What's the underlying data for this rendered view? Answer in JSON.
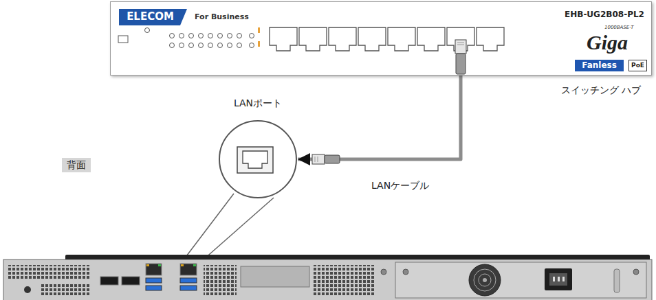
{
  "diagram": {
    "nodes": [
      {
        "text": [
          "For Business",
          "EHB-UG2B08-PL2",
          "1000BASE-T",
          "Giga",
          "スイッチング ハブ"
        ]
      },
      {
        "text": [
          "ELECOM"
        ],
        "in": 0
      },
      {
        "text": [
          "Fanless"
        ],
        "in": 0
      },
      {
        "text": [
          "PoE"
        ],
        "in": 0
      },
      {
        "text": [
          "LANポート"
        ]
      },
      {
        "text": [
          "背面"
        ]
      }
    ],
    "edges": [
      {
        "from": 0,
        "to": 4,
        "arrow": "to",
        "label": "LANケーブル"
      }
    ]
  }
}
